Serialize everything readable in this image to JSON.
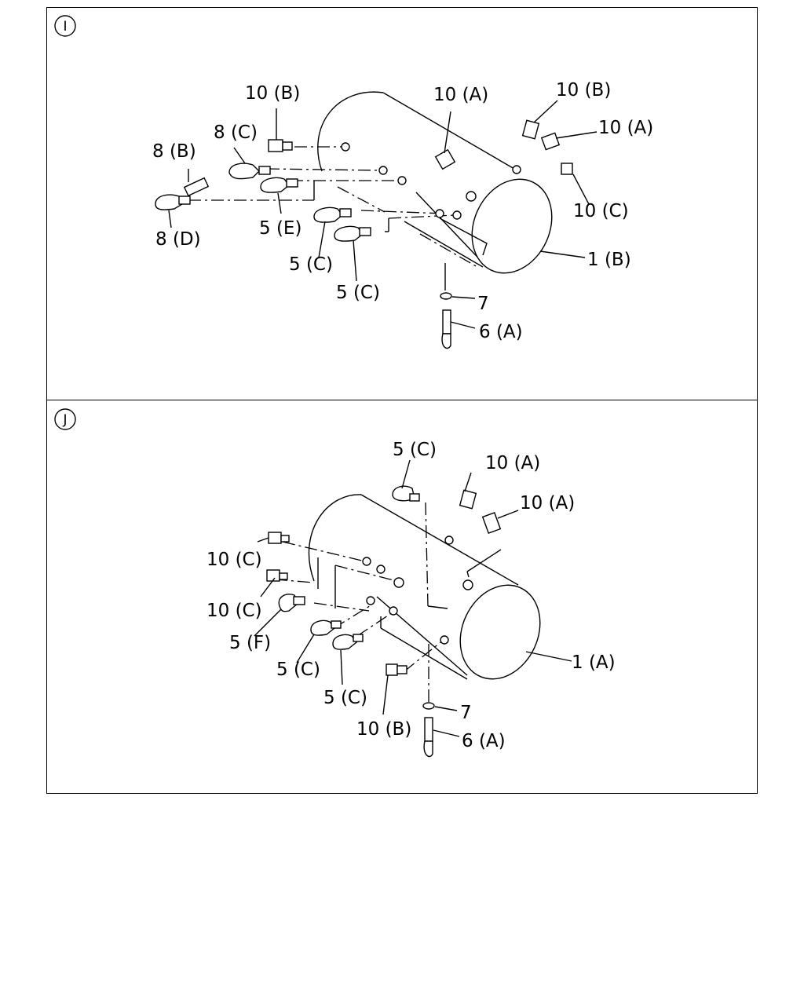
{
  "panels": [
    {
      "id": "I",
      "badge": "I",
      "labels": {
        "p1": "10 (B)",
        "p2": "10 (A)",
        "p3": "10 (B)",
        "p4": "10 (A)",
        "p5": "8 (C)",
        "p6": "8 (B)",
        "p7": "5 (E)",
        "p8": "8 (D)",
        "p9": "10 (C)",
        "p10": "1 (B)",
        "p11": "5 (C)",
        "p12": "5 (C)",
        "p13": "7",
        "p14": "6 (A)"
      }
    },
    {
      "id": "J",
      "badge": "J",
      "labels": {
        "p1": "5 (C)",
        "p2": "10 (A)",
        "p3": "10 (A)",
        "p4": "10 (C)",
        "p5": "10 (C)",
        "p6": "5 (F)",
        "p7": "5 (C)",
        "p8": "5 (C)",
        "p9": "1 (A)",
        "p10": "10 (B)",
        "p11": "7",
        "p12": "6 (A)"
      }
    }
  ]
}
